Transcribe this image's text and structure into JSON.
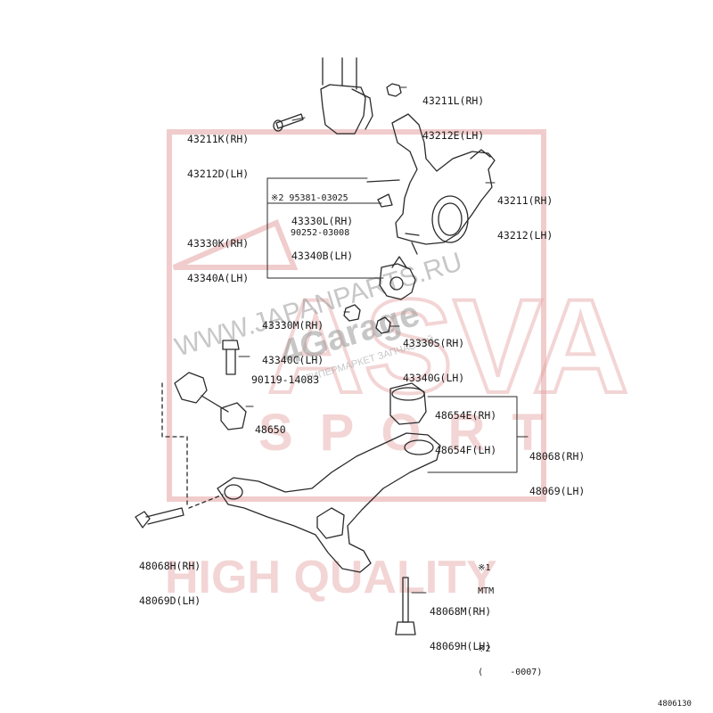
{
  "watermark": {
    "site": "WWW.JAPANPARTS.RU",
    "brand": "4Garage",
    "tagline": "ГИПЕРМАРКЕТ ЗАПЧАСТЕЙ",
    "logo_top": "ASVA",
    "logo_sport": "SPORT",
    "bottom": "HIGH QUALITY",
    "color": "#e5a3a3"
  },
  "labels": [
    {
      "id": "part-43211l",
      "lines": [
        "43211L(RH)",
        "43212E(LH)"
      ]
    },
    {
      "id": "part-43211k",
      "lines": [
        "43211K(RH)",
        "43212D(LH)"
      ]
    },
    {
      "id": "part-95381",
      "lines": [
        "※2 95381-03025",
        "90252-03008"
      ]
    },
    {
      "id": "part-43330l",
      "lines": [
        "43330L(RH)",
        "43340B(LH)"
      ]
    },
    {
      "id": "part-43211",
      "lines": [
        "43211(RH)",
        "43212(LH)"
      ]
    },
    {
      "id": "part-43330k",
      "lines": [
        "43330K(RH)",
        "43340A(LH)"
      ]
    },
    {
      "id": "part-43330m",
      "lines": [
        "43330M(RH)",
        "43340C(LH)"
      ]
    },
    {
      "id": "part-43330s",
      "lines": [
        "43330S(RH)",
        "43340G(LH)"
      ]
    },
    {
      "id": "part-90119",
      "lines": [
        "90119-14083"
      ]
    },
    {
      "id": "part-48650",
      "lines": [
        "48650"
      ]
    },
    {
      "id": "part-48654e",
      "lines": [
        "48654E(RH)",
        "48654F(LH)"
      ]
    },
    {
      "id": "part-48068",
      "lines": [
        "48068(RH)",
        "48069(LH)"
      ]
    },
    {
      "id": "part-48068h",
      "lines": [
        "48068H(RH)",
        "48069D(LH)"
      ]
    },
    {
      "id": "part-48068m",
      "lines": [
        "48068M(RH)",
        "48069H(LH)"
      ]
    }
  ],
  "legend": [
    {
      "mark": "※1",
      "text": "MTM"
    },
    {
      "mark": "※2",
      "text": "(     -0007)"
    }
  ],
  "figure_code": "4806130"
}
